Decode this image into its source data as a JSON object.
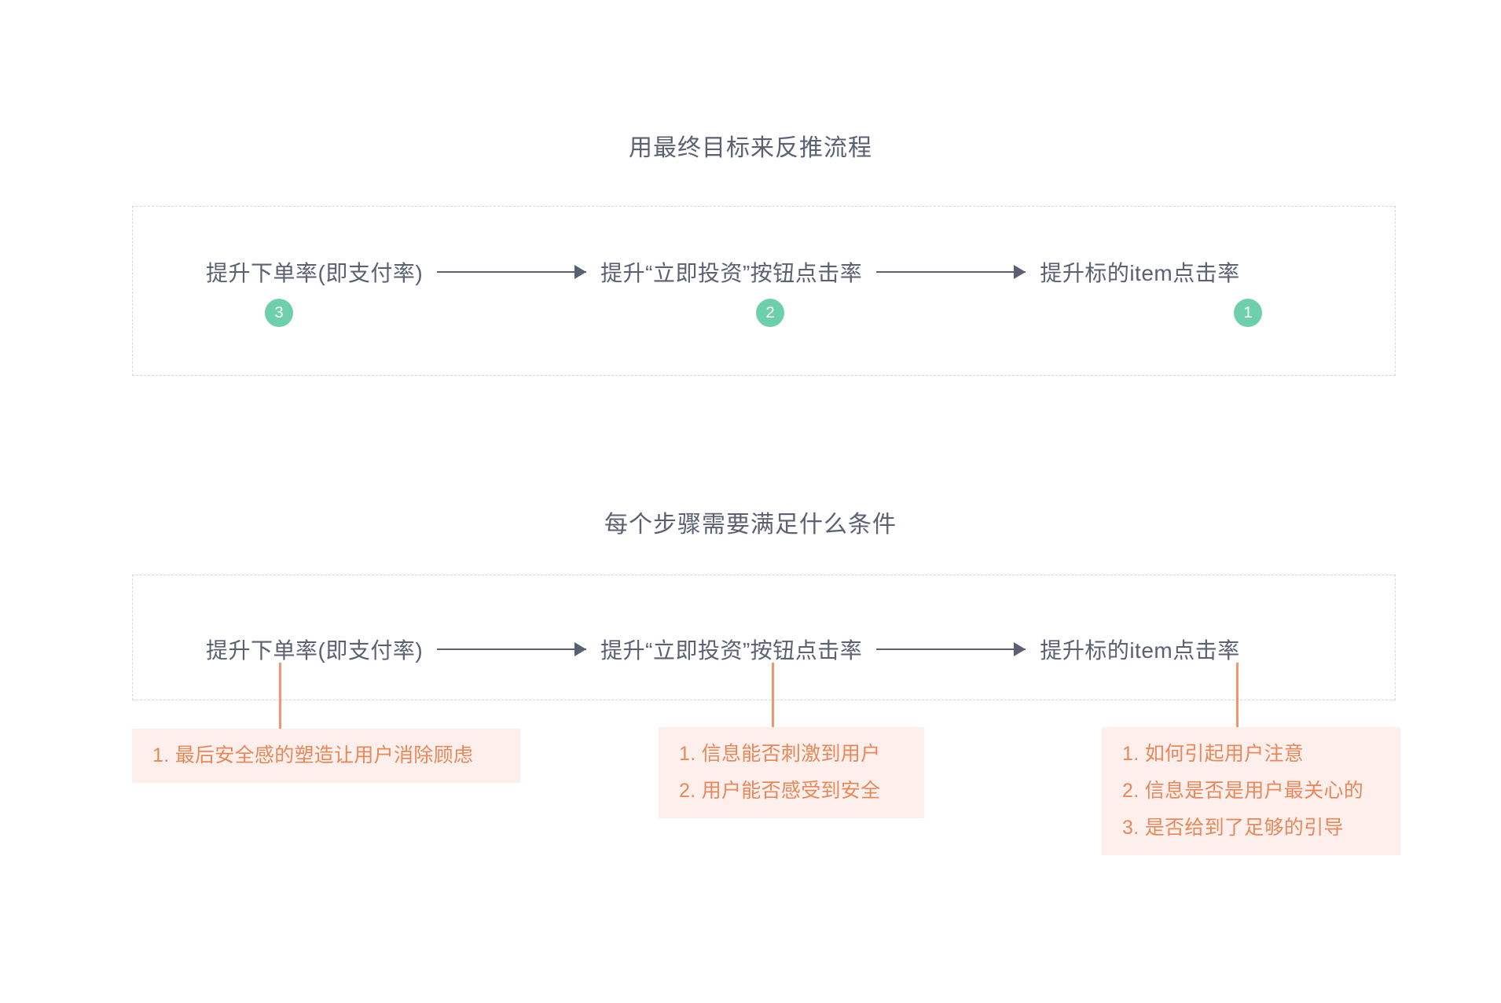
{
  "page": {
    "background": "#ffffff",
    "text_color": "#5b6073",
    "accent_green": "#6ecfad",
    "accent_orange": "#e8875a",
    "box_background": "#fdf0ec",
    "dashed_border": "#d8d8d8"
  },
  "sections": [
    {
      "title": "用最终目标来反推流程",
      "nodes": [
        {
          "label": "提升下单率(即支付率)",
          "badge": "3"
        },
        {
          "label": "提升“立即投资”按钮点击率",
          "badge": "2"
        },
        {
          "label": "提升标的item点击率",
          "badge": "1"
        }
      ]
    },
    {
      "title": "每个步骤需要满足什么条件",
      "nodes": [
        {
          "label": "提升下单率(即支付率)"
        },
        {
          "label": "提升“立即投资”按钮点击率"
        },
        {
          "label": "提升标的item点击率"
        }
      ],
      "conditions": [
        {
          "items": [
            "1. 最后安全感的塑造让用户消除顾虑"
          ]
        },
        {
          "items": [
            "1. 信息能否刺激到用户",
            "2. 用户能否感受到安全"
          ]
        },
        {
          "items": [
            "1. 如何引起用户注意",
            "2. 信息是否是用户最关心的",
            "3. 是否给到了足够的引导"
          ]
        }
      ]
    }
  ],
  "icons": {
    "arrow_right": "arrow-right-icon",
    "badge_circle": "numbered-badge-icon",
    "connector_line": "vertical-connector-icon"
  }
}
